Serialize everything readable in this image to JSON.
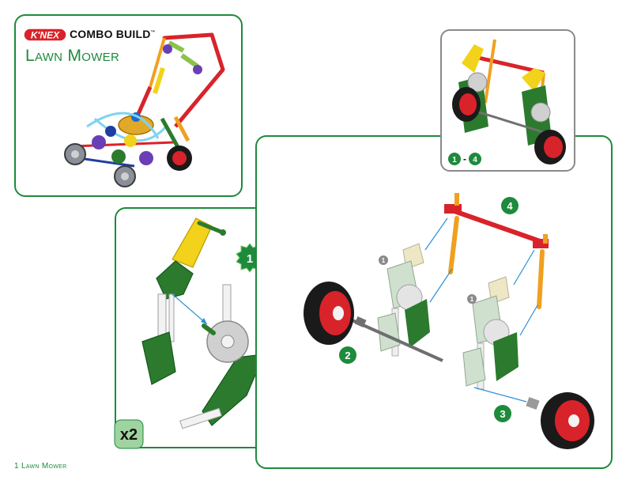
{
  "header": {
    "brand": "K'NEX",
    "series_title": "COMBO BUILD",
    "trademark": "™",
    "model_name": "Lawn Mower"
  },
  "step1_panel": {
    "step_number": "1",
    "multiplier": "x2"
  },
  "overview_panel": {
    "range_start": "1",
    "range_separator": "-",
    "range_end": "4"
  },
  "main_panel": {
    "step_2": "2",
    "step_3": "3",
    "step_4": "4",
    "reference_a": "1",
    "reference_b": "1"
  },
  "footer": {
    "page_label": "1 Lawn Mower"
  },
  "colors": {
    "brand_green": "#1e8a3c",
    "panel_gray": "#8a8a8a",
    "piece_green": "#2b7a2e",
    "piece_yellow": "#f2d21a",
    "piece_red": "#d9232a",
    "piece_orange": "#f0a020",
    "piece_white": "#f2f2f2",
    "connector_gray": "#c8c8c8",
    "arrow_blue": "#2b8fd6"
  }
}
